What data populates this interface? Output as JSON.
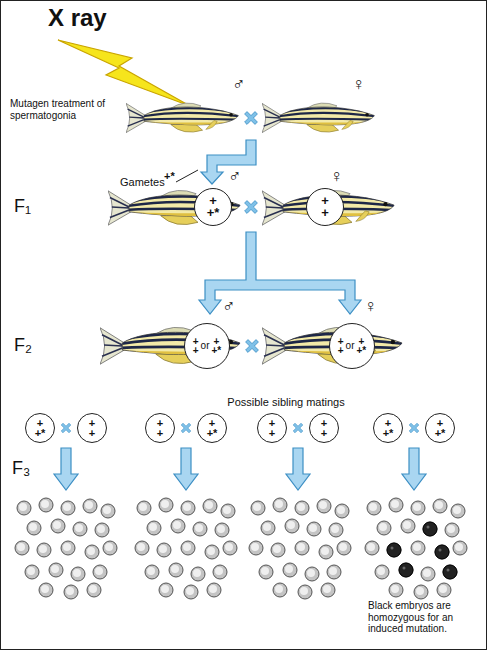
{
  "diagram": {
    "nodes": [
      {
        "text": [
          "+",
          "+*"
        ]
      },
      {
        "text": [
          "+",
          "+"
        ]
      },
      {
        "text": [
          "+",
          "+",
          "or",
          "+",
          "+*"
        ]
      },
      {
        "text": [
          "+",
          "+",
          "or",
          "+",
          "+*"
        ]
      },
      {
        "text": [
          "+",
          "+*"
        ]
      },
      {
        "text": [
          "+",
          "+"
        ]
      },
      {
        "text": [
          "+",
          "+"
        ]
      },
      {
        "text": [
          "+",
          "+*"
        ]
      },
      {
        "text": [
          "+",
          "+"
        ]
      },
      {
        "text": [
          "+",
          "+"
        ]
      },
      {
        "text": [
          "+",
          "+*"
        ]
      },
      {
        "text": [
          "+",
          "+*"
        ]
      }
    ],
    "labels": [
      "X ray",
      "♂",
      "♀",
      "Mutagen treatment of spermatogonia",
      "Gametes",
      "+*",
      "F₁",
      "♂",
      "♀",
      "F₂",
      "♂",
      "♀",
      "Possible sibling matings",
      "F₃",
      "Black embryos are homozygous for an induced mutation."
    ]
  }
}
